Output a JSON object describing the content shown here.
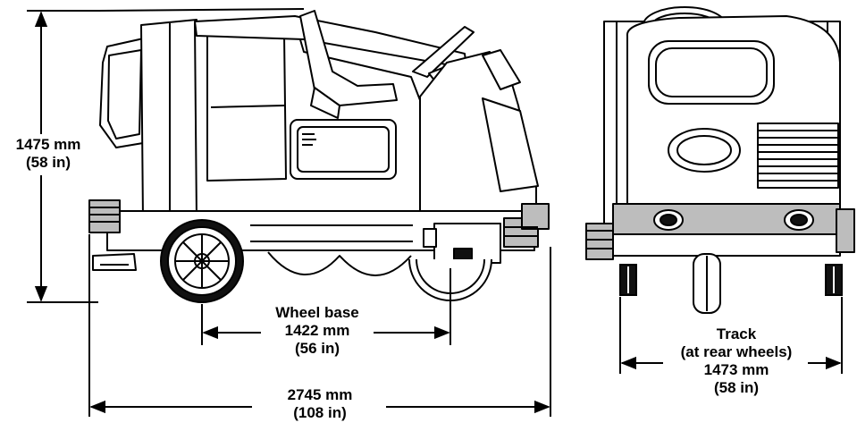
{
  "dimensions": {
    "height": {
      "metric": "1475 mm",
      "imperial": "(58 in)"
    },
    "wheel_base": {
      "title": "Wheel base",
      "metric": "1422 mm",
      "imperial": "(56 in)"
    },
    "length": {
      "metric": "2745 mm",
      "imperial": "(108 in)"
    },
    "track": {
      "title": "Track",
      "note": "(at rear wheels)",
      "metric": "1473 mm",
      "imperial": "(58 in)"
    }
  },
  "colors": {
    "line": "#000000",
    "body": "#ffffff",
    "shade": "#bdbdbd",
    "dark": "#111111"
  }
}
